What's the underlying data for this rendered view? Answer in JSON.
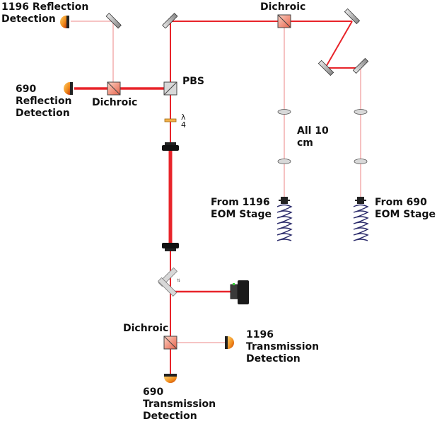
{
  "colors": {
    "beam": "#e8242a",
    "weak_beam": "#f0a0a0",
    "optic_gray": "#b8b8b8",
    "dichroic": "#f07860",
    "detector": "#f08a1a",
    "fiber": "#2b2b6b"
  },
  "labels": {
    "reflection_1196": "1196 Reflection\nDetection",
    "reflection_690": "690\nReflection\nDetection",
    "dichroic_left": "Dichroic",
    "pbs": "PBS",
    "quarter_wave": "λ\n4",
    "dichroic_top": "Dichroic",
    "lenses_note": "All 10\ncm",
    "from_1196": "From 1196\nEOM Stage",
    "from_690": "From 690\nEOM Stage",
    "dichroic_bottom": "Dichroic",
    "transmission_1196": "1196\nTransmission\nDetection",
    "transmission_690": "690\nTransmission\nDetection"
  }
}
